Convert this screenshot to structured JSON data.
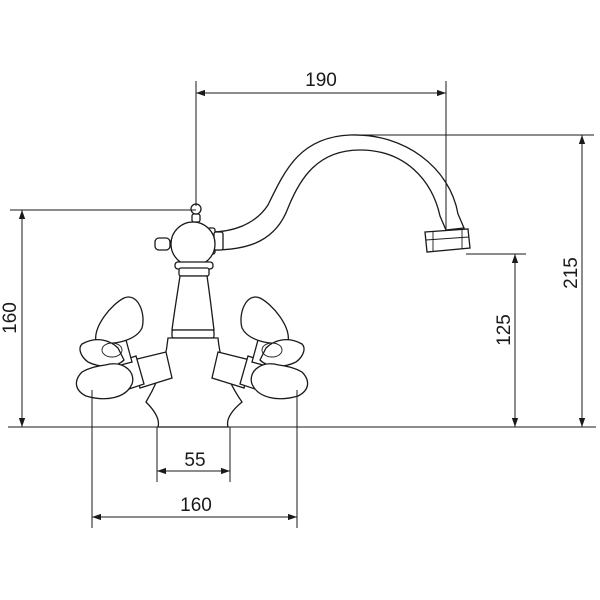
{
  "dimensions": {
    "spout_reach": "190",
    "total_height": "215",
    "spout_height": "125",
    "handle_height": "160",
    "inlet_spacing": "55",
    "overall_width": "160"
  }
}
